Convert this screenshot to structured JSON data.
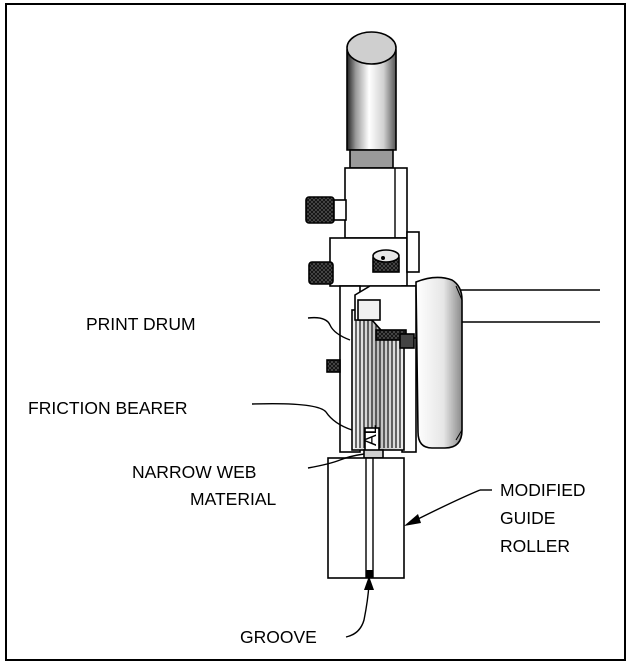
{
  "labels": {
    "print_drum": "PRINT DRUM",
    "friction_bearer": "FRICTION BEARER",
    "narrow_web_line1": "NARROW WEB",
    "narrow_web_line2": "MATERIAL",
    "modified_line1": "MODIFIED",
    "modified_line2": "GUIDE",
    "modified_line3": "ROLLER",
    "groove": "GROOVE",
    "drum_marking": "AL"
  },
  "colors": {
    "line": "#000000",
    "shade_dark": "#3a3a3a",
    "shade_mid": "#8c8c8c",
    "shade_light": "#d6d6d6",
    "background": "#ffffff"
  }
}
